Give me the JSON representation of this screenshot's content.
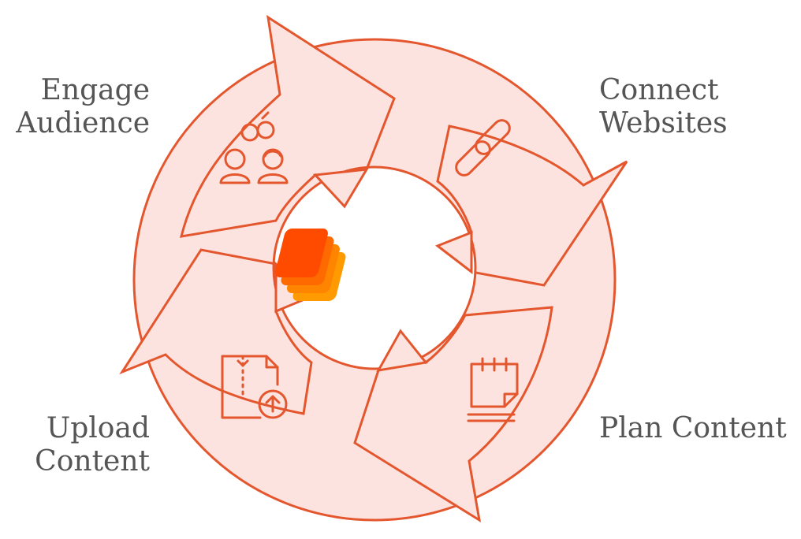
{
  "steps": [
    {
      "line1": "Engage",
      "line2": "Audience",
      "icon": "audience-icon"
    },
    {
      "line1": "Connect",
      "line2": "Websites",
      "icon": "link-icon"
    },
    {
      "line1": "Plan Content",
      "line2": "",
      "icon": "notepad-icon"
    },
    {
      "line1": "Upload",
      "line2": "Content",
      "icon": "upload-file-icon"
    }
  ],
  "center_icon": "layers-logo-icon",
  "colors": {
    "stroke": "#e4572e",
    "fill": "#fde3df",
    "text": "#555555",
    "logo": [
      "#ff4b00",
      "#ff6a00",
      "#ff8500",
      "#ff9a00"
    ]
  }
}
